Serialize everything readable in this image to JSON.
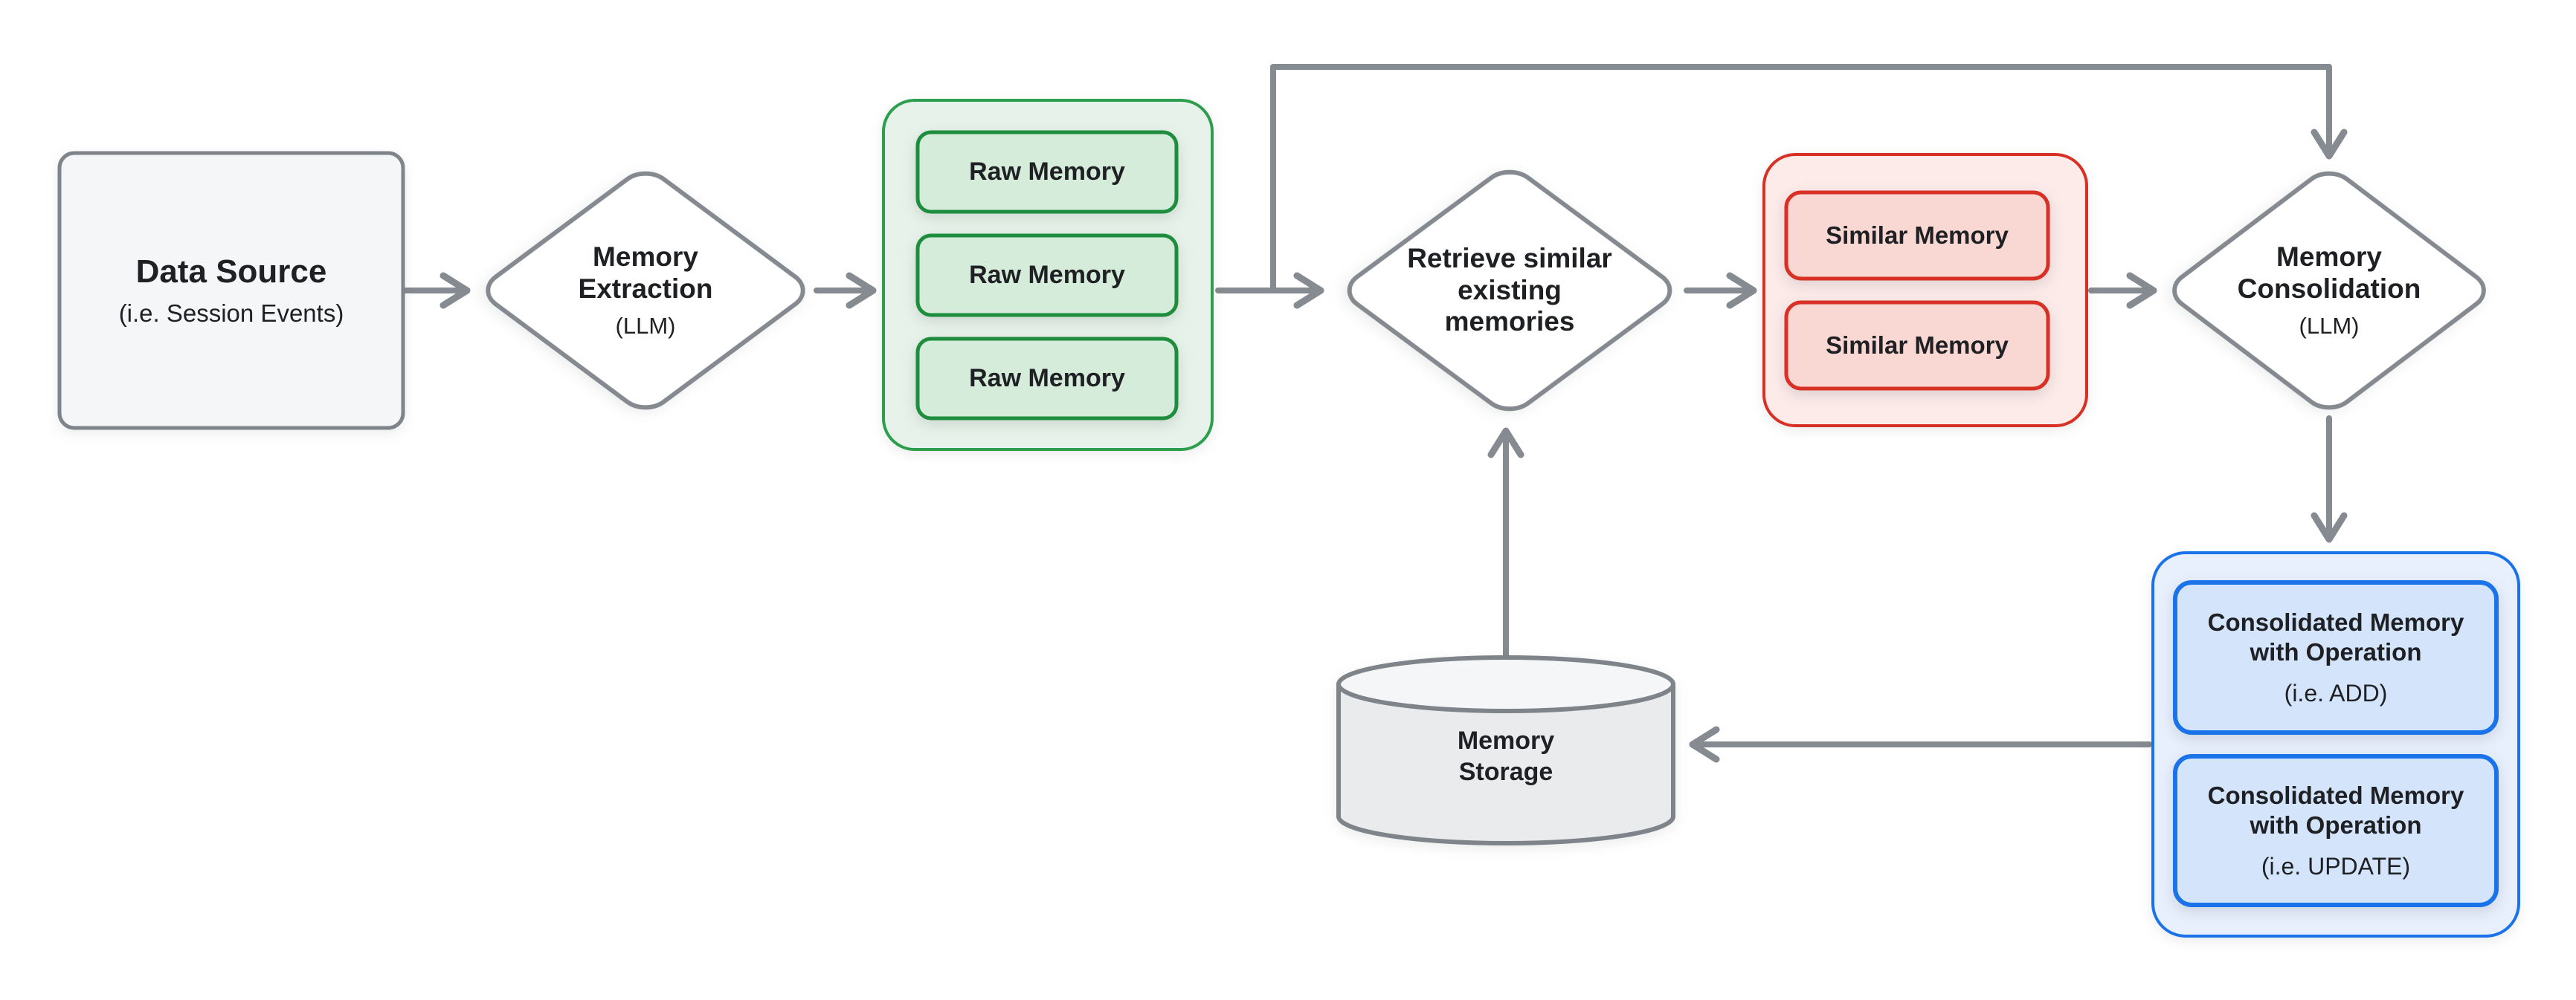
{
  "palette": {
    "background": "#ffffff",
    "arrow_gray": "#868b91",
    "shape_border_gray": "#7e848a",
    "text_color": "#1e2023",
    "gray_box_fill": "#f5f6f8",
    "cylinder_fill": "#e9ebed",
    "green_container_fill": "#e7f3ea",
    "green_container_border": "#2d9e4b",
    "green_item_fill": "#d6ecda",
    "green_item_border": "#1e8e3e",
    "red_container_fill": "#fcebe9",
    "red_container_border": "#d93025",
    "red_item_fill": "#f9d7d3",
    "red_item_border": "#d93025",
    "blue_container_fill": "#e8f0fd",
    "blue_container_border": "#1a73e8",
    "blue_item_fill": "#d4e4fb",
    "blue_item_border": "#1a73e8"
  },
  "nodes": {
    "data_source": {
      "title": "Data Source",
      "subtitle": "(i.e. Session Events)"
    },
    "memory_extraction": {
      "title": "Memory Extraction",
      "subtitle": "(LLM)"
    },
    "raw_memories": {
      "items": [
        "Raw Memory",
        "Raw Memory",
        "Raw Memory"
      ]
    },
    "retrieve": {
      "lines": [
        "Retrieve similar",
        "existing",
        "memories"
      ]
    },
    "similar_memories": {
      "items": [
        "Similar Memory",
        "Similar Memory"
      ]
    },
    "memory_consolidation": {
      "title": "Memory Consolidation",
      "subtitle": "(LLM)"
    },
    "consolidated_memories": {
      "items": [
        {
          "label": "Consolidated Memory with Operation",
          "operation": "(i.e. ADD)"
        },
        {
          "label": "Consolidated Memory with Operation",
          "operation": "(i.e. UPDATE)"
        }
      ]
    },
    "memory_storage": {
      "title": "Memory Storage"
    }
  }
}
